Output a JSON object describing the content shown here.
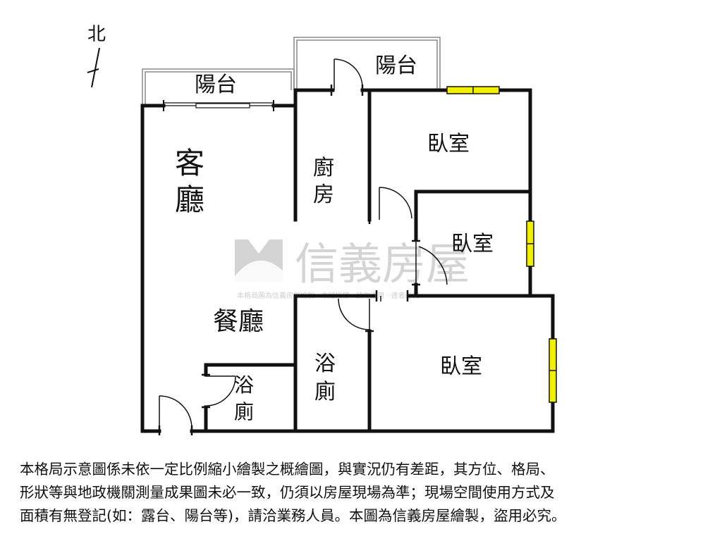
{
  "compass": {
    "label": "北"
  },
  "rooms": {
    "balcony_left": "陽台",
    "balcony_right": "陽台",
    "living_1": "客",
    "living_2": "廳",
    "kitchen_1": "廚",
    "kitchen_2": "房",
    "bedroom_top": "臥室",
    "bedroom_mid": "臥室",
    "bedroom_bottom": "臥室",
    "dining": "餐廳",
    "bath_center_1": "浴",
    "bath_center_2": "廁",
    "bath_left_1": "浴",
    "bath_left_2": "廁"
  },
  "watermark": {
    "brand": "信義房屋",
    "subtext": "本格局圖為信義房屋繪製 · 未經授權 · 請勿盜用 · 違者必究"
  },
  "disclaimer": {
    "line1": "本格局示意圖係未依一定比例縮小繪製之概繪圖，與實況仍有差距，其方位、格局、",
    "line2": "形狀等與地政機關測量成果圖未必一致，仍須以房屋現場為準；現場空間使用方式及",
    "line3": "面積有無登記(如：露台、陽台等)，請洽業務人員。本圖為信義房屋繪製，盜用必究。"
  },
  "colors": {
    "wall": "#111111",
    "window": "#f2f000",
    "watermark": "#d4d4d4",
    "balcony_line": "#888888"
  }
}
